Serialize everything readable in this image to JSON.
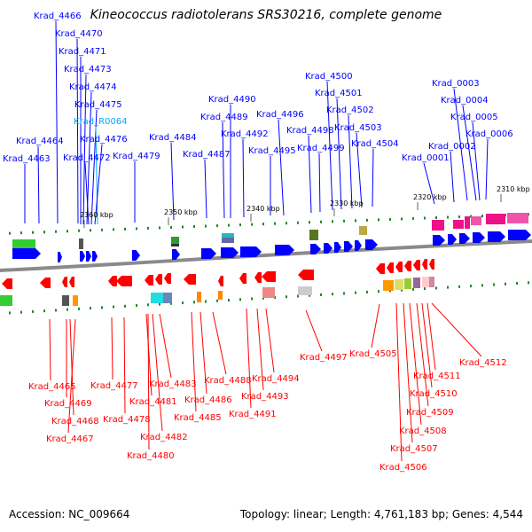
{
  "title": "Kineococcus radiotolerans SRS30216, complete genome",
  "footer": {
    "accession": "Accession: NC_009664",
    "summary": "Topology: linear; Length: 4,761,183 bp; Genes: 4,544"
  },
  "colors": {
    "forward": "#0000ff",
    "reverse": "#ff0000",
    "rna": "#00aaff",
    "backbone": "#808080",
    "tick": "#228822"
  },
  "scale_labels": [
    "2360 kbp",
    "2350 kbp",
    "2340 kbp",
    "2330 kbp",
    "2320 kbp",
    "2310 kbp"
  ],
  "top_labels": [
    "Krad_4466",
    "Krad_4470",
    "Krad_4471",
    "Krad_4473",
    "Krad_4474",
    "Krad_4475",
    "Krad_R0064",
    "Krad_4476",
    "Krad_4472",
    "Krad_4464",
    "Krad_4463",
    "Krad_4479",
    "Krad_4484",
    "Krad_4490",
    "Krad_4489",
    "Krad_4492",
    "Krad_4487",
    "Krad_4496",
    "Krad_4495",
    "Krad_4500",
    "Krad_4501",
    "Krad_4502",
    "Krad_4498",
    "Krad_4503",
    "Krad_4499",
    "Krad_4504",
    "Krad_0003",
    "Krad_0004",
    "Krad_0005",
    "Krad_0006",
    "Krad_0002",
    "Krad_0001"
  ],
  "bottom_labels": [
    "Krad_4465",
    "Krad_4469",
    "Krad_4468",
    "Krad_4467",
    "Krad_4477",
    "Krad_4478",
    "Krad_4481",
    "Krad_4483",
    "Krad_4482",
    "Krad_4480",
    "Krad_4488",
    "Krad_4486",
    "Krad_4485",
    "Krad_4494",
    "Krad_4493",
    "Krad_4491",
    "Krad_4497",
    "Krad_4505",
    "Krad_4512",
    "Krad_4511",
    "Krad_4510",
    "Krad_4509",
    "Krad_4508",
    "Krad_4507",
    "Krad_4506"
  ]
}
